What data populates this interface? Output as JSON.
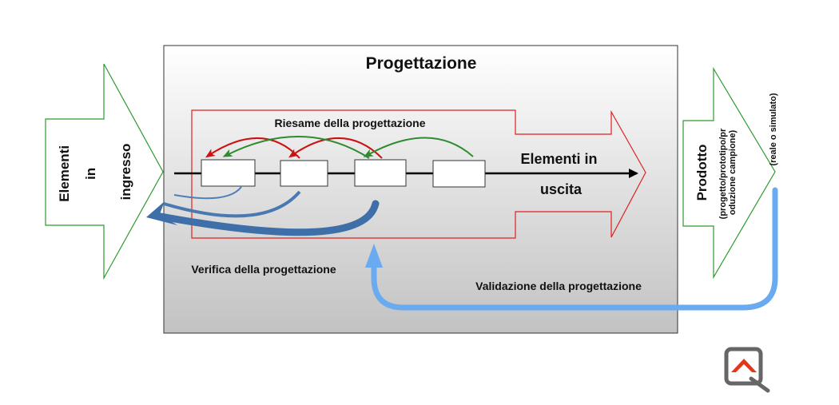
{
  "title": "Progettazione",
  "input": {
    "line1": "Elementi",
    "line2": "in",
    "line3": "ingresso"
  },
  "output": {
    "line1": "Elementi in",
    "line2": "uscita"
  },
  "review_label": "Riesame della progettazione",
  "verification_label": "Verifica della progettazione",
  "validation_label": "Validazione della progettazione",
  "product": {
    "title": "Prodotto",
    "detail_line1": "(progetto/prototipo/pr",
    "detail_line2": "oduzione campione)",
    "detail_line3": "(reale o simulato)"
  },
  "stages": [
    {},
    {},
    {},
    {}
  ],
  "colors": {
    "box_top": "#ffffff",
    "box_bottom": "#c2c2c2",
    "green": "#2e8b2e",
    "red": "#cc1111",
    "blue_dark": "#3f6fa8",
    "blue_light": "#6aaaf0",
    "logo_grey": "#666666",
    "logo_red": "#e0381c"
  },
  "logo_icon": "quality-q-logo"
}
